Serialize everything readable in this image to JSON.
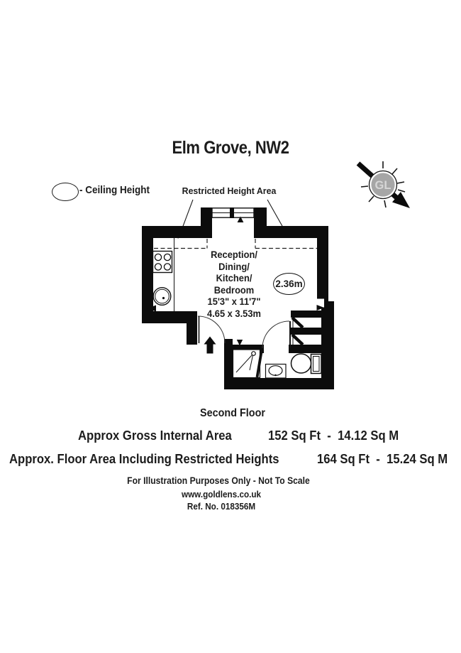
{
  "title": "Elm Grove, NW2",
  "legend": {
    "label": "- Ceiling Height"
  },
  "restricted_label": "Restricted Height Area",
  "compass": {
    "initials": "GL"
  },
  "room": {
    "lines": [
      "Reception/",
      "Dining/",
      "Kitchen/",
      "Bedroom"
    ],
    "dims_imperial": "15'3\" x 11'7\"",
    "dims_metric": "4.65 x 3.53m",
    "ceiling_height": "2.36m"
  },
  "floor_label": "Second Floor",
  "areas": [
    {
      "label": "Approx Gross Internal Area",
      "value": "152 Sq Ft  -  14.12 Sq M"
    },
    {
      "label": "Approx. Floor Area Including Restricted Heights",
      "value": "164 Sq Ft  -  15.24 Sq M"
    }
  ],
  "footer": {
    "disclaimer": "For Illustration Purposes Only - Not To Scale",
    "website": "www.goldlens.co.uk",
    "reference": "Ref. No. 018356M"
  }
}
